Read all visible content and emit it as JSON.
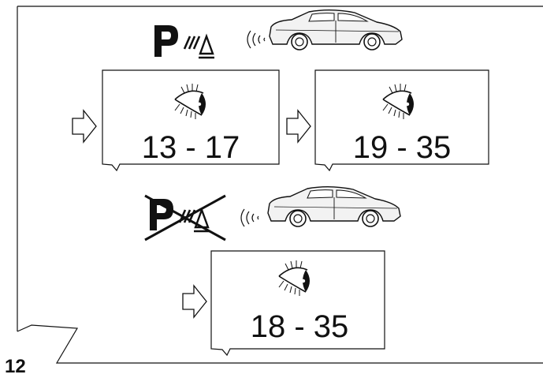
{
  "figure_number": "12",
  "panels": [
    {
      "range": "13 - 17"
    },
    {
      "range": "19 - 35"
    },
    {
      "range": "18 - 35"
    }
  ],
  "colors": {
    "ink": "#111111",
    "background": "#ffffff"
  }
}
